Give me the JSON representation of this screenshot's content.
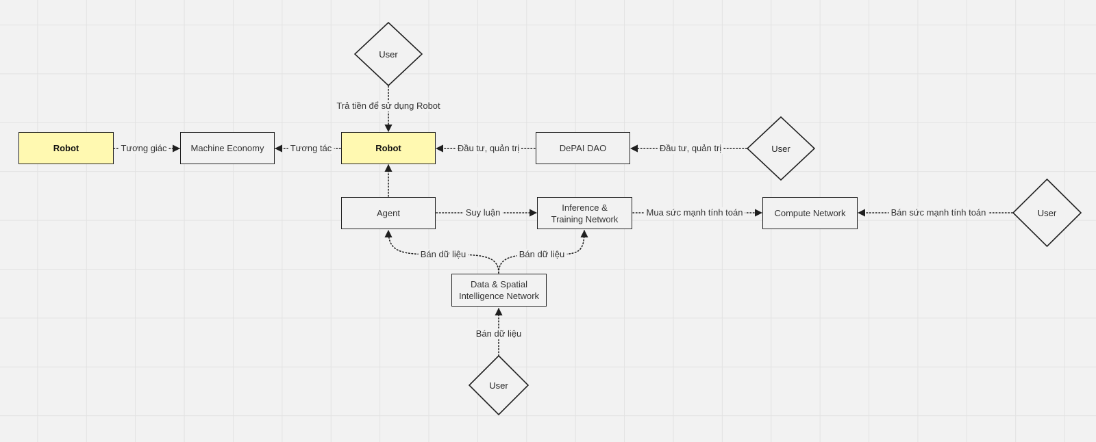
{
  "nodes": {
    "robot_left": "Robot",
    "machine_economy": "Machine Economy",
    "robot_center": "Robot",
    "depai_dao": "DePAI DAO",
    "agent": "Agent",
    "inference_network": "Inference & Training Network",
    "compute_network": "Compute Network",
    "data_network": "Data & Spatial Intelligence Network"
  },
  "users": {
    "top": "User",
    "dao": "User",
    "compute": "User",
    "data": "User"
  },
  "edges": {
    "tuong_giac": "Tương giác",
    "tuong_tac": "Tương tác",
    "tra_tien": "Trả tiền để sử dụng Robot",
    "dau_tu_1": "Đầu tư, quản trị",
    "dau_tu_2": "Đầu tư, quản trị",
    "suy_luan": "Suy luận",
    "mua_suc_manh": "Mua sức mạnh tính toán",
    "ban_suc_manh": "Bán sức mạnh tính toán",
    "ban_du_lieu_agent": "Bán dữ liệu",
    "ban_du_lieu_inference": "Bán dữ liệu",
    "ban_du_lieu_user": "Bán dữ liệu"
  },
  "colors": {
    "highlight": "#fff9b1",
    "stroke": "#1f1f1f",
    "background": "#f2f2f2"
  }
}
